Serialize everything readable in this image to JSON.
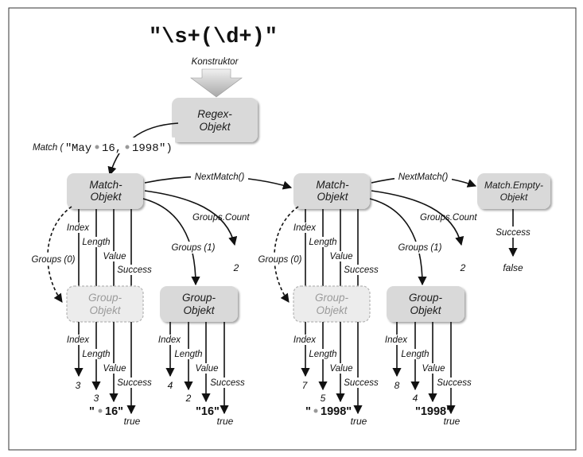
{
  "constructor": {
    "regex": "\"\\s+(\\d+)\"",
    "label": "Konstruktor"
  },
  "regex_box": {
    "line1": "Regex-",
    "line2": "Objekt"
  },
  "match_call": {
    "prefix": "Match (",
    "q1": "\"",
    "s1": "May",
    "s2": "16,",
    "s3": "1998",
    "q2": "\")"
  },
  "match_box": {
    "line1": "Match-",
    "line2": "Objekt"
  },
  "group_box": {
    "line1": "Group-",
    "line2": "Objekt"
  },
  "empty_box": {
    "line1": "Match.Empty-",
    "line2": "Objekt"
  },
  "edges": {
    "next_match": "NextMatch()",
    "groups_count": "Groups.Count",
    "groups_0": "Groups (0)",
    "groups_1": "Groups (1)",
    "index": "Index",
    "length": "Length",
    "value": "Value",
    "success": "Success"
  },
  "match1": {
    "groups_count_value": "2",
    "group0": {
      "index": "3",
      "length": "3",
      "value": "16\"",
      "success": "true"
    },
    "group1": {
      "index": "4",
      "length": "2",
      "value": "\"16\"",
      "success": "true"
    }
  },
  "match2": {
    "groups_count_value": "2",
    "group0": {
      "index": "7",
      "length": "5",
      "value": "1998\"",
      "success": "true"
    },
    "group1": {
      "index": "8",
      "length": "4",
      "value": "\"1998\"",
      "success": "true"
    }
  },
  "empty": {
    "success_value": "false"
  }
}
